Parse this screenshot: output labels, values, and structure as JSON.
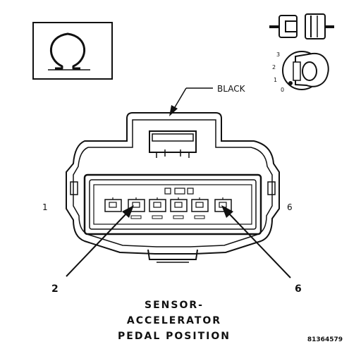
{
  "wire_color_label": "BLACK",
  "pin_label_left": "1",
  "pin_label_right": "6",
  "callout_left": "2",
  "callout_right": "6",
  "title_lines": [
    "SENSOR-",
    "ACCELERATOR",
    "PEDAL POSITION"
  ],
  "figure_number": "81364579",
  "ignition_positions": [
    "3",
    "2",
    "1",
    "0"
  ],
  "icons": [
    "ohm-symbol-icon",
    "connector-separation-icon",
    "ignition-key-icon"
  ]
}
